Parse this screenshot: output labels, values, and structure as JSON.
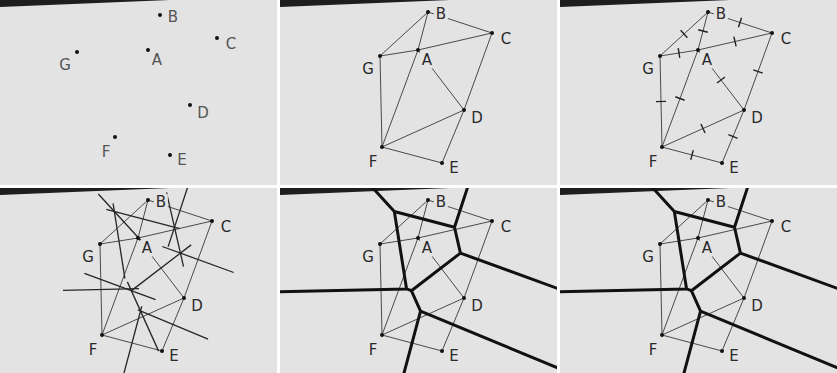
{
  "diagram": {
    "labels": [
      "B",
      "C",
      "G",
      "A",
      "D",
      "F",
      "E",
      "B",
      "C",
      "G",
      "A",
      "D",
      "F",
      "E",
      "B",
      "C",
      "G",
      "A",
      "D",
      "F",
      "E",
      "B",
      "C",
      "G",
      "A",
      "D",
      "F",
      "E",
      "B",
      "C",
      "G",
      "A",
      "D",
      "F",
      "E",
      "B",
      "C",
      "G",
      "A",
      "D",
      "F",
      "E"
    ]
  }
}
